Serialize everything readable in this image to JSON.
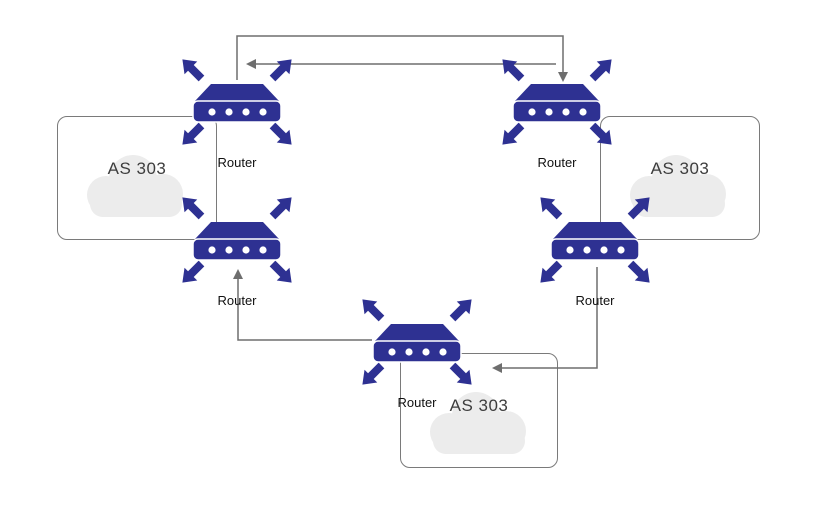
{
  "colors": {
    "router_body": "#2e3192",
    "router_arrow": "#2e3192",
    "router_dots": "#ffffff",
    "connector_line": "#6e6e6e",
    "as_box_border": "#7a7a7a",
    "cloud_fill": "#ececec",
    "router_label_text": "#111111",
    "as_label_text": "#3d3d3d",
    "background": "#ffffff"
  },
  "nodes": {
    "routers": [
      {
        "id": "router-top-left",
        "label": "Router",
        "icon": "router-icon"
      },
      {
        "id": "router-top-right",
        "label": "Router",
        "icon": "router-icon"
      },
      {
        "id": "router-mid-left",
        "label": "Router",
        "icon": "router-icon"
      },
      {
        "id": "router-mid-right",
        "label": "Router",
        "icon": "router-icon"
      },
      {
        "id": "router-bottom",
        "label": "Router",
        "icon": "router-icon"
      }
    ],
    "autonomous_systems": [
      {
        "id": "as-left",
        "label": "AS 303",
        "icon": "cloud-icon"
      },
      {
        "id": "as-right",
        "label": "AS 303",
        "icon": "cloud-icon"
      },
      {
        "id": "as-bottom",
        "label": "AS 303",
        "icon": "cloud-icon"
      }
    ]
  },
  "connections": [
    {
      "from": "router-top-left",
      "to": "router-top-right",
      "arrowhead_at": "router-top-right"
    },
    {
      "from": "router-top-right",
      "to": "router-top-left",
      "arrowhead_at": "router-top-left"
    },
    {
      "from": "router-bottom",
      "to": "router-mid-left",
      "arrowhead_at": "router-mid-left"
    },
    {
      "from": "router-mid-right",
      "to": "router-bottom",
      "arrowhead_at": "router-bottom"
    }
  ]
}
